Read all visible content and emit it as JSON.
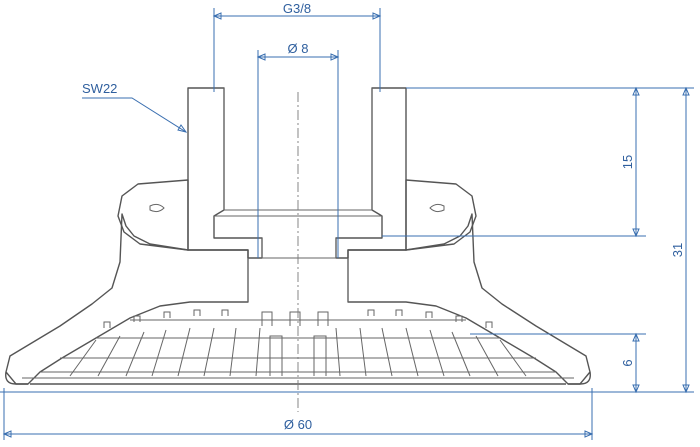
{
  "drawing": {
    "dimensions": {
      "thread": "G3/8",
      "bore": "Ø 8",
      "wrench": "SW22",
      "height_upper": "15",
      "height_total": "31",
      "height_lower": "6",
      "diameter": "Ø 60"
    },
    "colors": {
      "dimension_line": "#3a6fb0",
      "dimension_text": "#2f5f9e",
      "body_outline": "#555555",
      "hatch": "#777777"
    }
  }
}
